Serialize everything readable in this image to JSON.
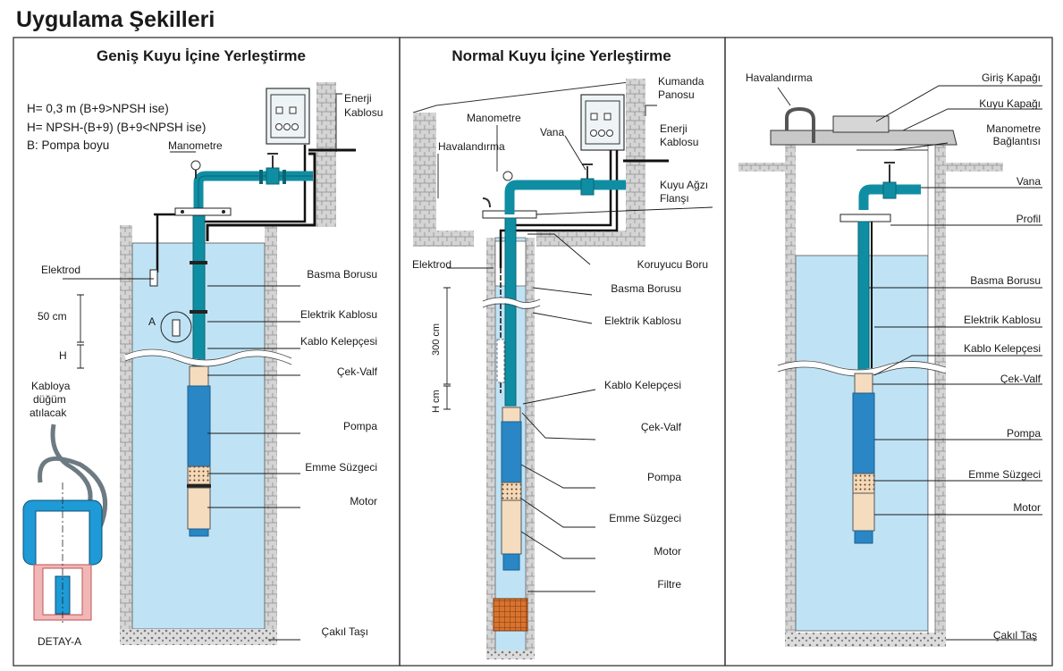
{
  "page_title": "Uygulama Şekilleri",
  "colors": {
    "water": "#bfe3f5",
    "pipe": "#0f8ea3",
    "pump": "#2a86c4",
    "motor": "#f5dcbf",
    "brick": "#cfcfcf"
  },
  "panels": [
    {
      "title": "Geniş Kuyu İçine Yerleştirme",
      "info_lines": [
        "H= 0,3 m (B+9>NPSH ise)",
        "H= NPSH-(B+9) (B+9<NPSH ise)",
        "B: Pompa boyu"
      ],
      "labels": {
        "manometre": "Manometre",
        "enerji_1": "Enerji",
        "enerji_2": "Kablosu",
        "elektrod": "Elektrod",
        "dim_50": "50 cm",
        "marker_a": "A",
        "dim_h": "H",
        "basma": "Basma Borusu",
        "kablo": "Elektrik Kablosu",
        "kelepce": "Kablo Kelepçesi",
        "cekvalf": "Çek-Valf",
        "pompa": "Pompa",
        "suzgec": "Emme Süzgeci",
        "motor": "Motor",
        "cakil": "Çakıl Taşı",
        "detay_1": "Kabloya",
        "detay_2": "düğüm",
        "detay_3": "atılacak",
        "detay_a": "DETAY-A"
      }
    },
    {
      "title": "Normal Kuyu İçine Yerleştirme",
      "labels": {
        "kumanda_1": "Kumanda",
        "kumanda_2": "Panosu",
        "manometre": "Manometre",
        "vana": "Vana",
        "enerji_1": "Enerji",
        "enerji_2": "Kablosu",
        "havalandirma": "Havalandırma",
        "agiz_1": "Kuyu Ağzı",
        "agiz_2": "Flanşı",
        "elektrod": "Elektrod",
        "koruyucu": "Koruyucu Boru",
        "basma": "Basma Borusu",
        "kablo": "Elektrik Kablosu",
        "dim_300": "300 cm",
        "kelepce": "Kablo Kelepçesi",
        "dim_h": "H cm",
        "cekvalf": "Çek-Valf",
        "pompa": "Pompa",
        "suzgec": "Emme Süzgeci",
        "motor": "Motor",
        "filtre": "Filtre"
      }
    },
    {
      "labels": {
        "havalandirma": "Havalandırma",
        "giris": "Giriş Kapağı",
        "kuyu": "Kuyu Kapağı",
        "mano_1": "Manometre",
        "mano_2": "Bağlantısı",
        "vana": "Vana",
        "profil": "Profil",
        "basma": "Basma Borusu",
        "kablo": "Elektrik Kablosu",
        "kelepce": "Kablo Kelepçesi",
        "cekvalf": "Çek-Valf",
        "pompa": "Pompa",
        "suzgec": "Emme Süzgeci",
        "motor": "Motor",
        "cakil": "Çakıl Taş"
      }
    }
  ]
}
